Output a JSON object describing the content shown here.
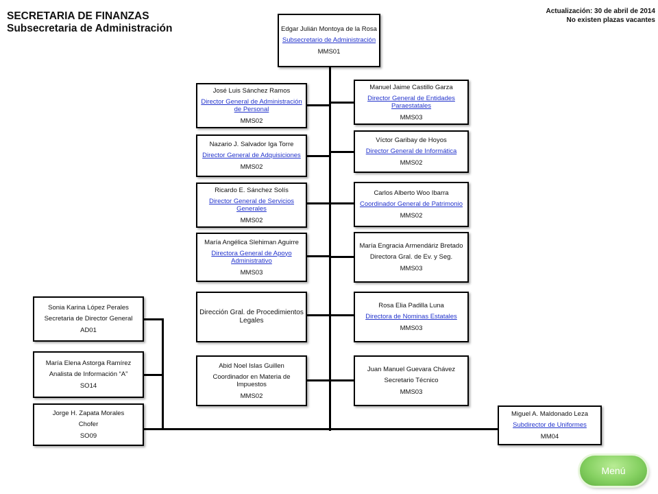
{
  "header": {
    "title_line1": "SECRETARIA DE FINANZAS",
    "title_line2": "Subsecretaria de Administración",
    "update_line1": "Actualización: 30 de abril de 2014",
    "update_line2": "No existen plazas vacantes"
  },
  "boxes": {
    "top": {
      "name": "Edgar Julián Montoya de la Rosa",
      "link": "Subsecretario de Administración",
      "code": "MMS01"
    },
    "l1": {
      "name": "José Luis Sánchez Ramos",
      "link": "Director General de Administración de Personal",
      "code": "MMS02"
    },
    "l2": {
      "name": "Nazario J. Salvador Iga Torre",
      "link": "Director General de Adquisiciones",
      "code": "MMS02"
    },
    "l3": {
      "name": "Ricardo E. Sánchez Solís",
      "link": "Director General de Servicios Generales",
      "code": "MMS02"
    },
    "l4": {
      "name": "María Angélica Slehiman Aguirre",
      "link": "Directora General de Apoyo Administrativo",
      "code": "MMS03"
    },
    "l5": {
      "name": "Dirección Gral. de Procedimientos Legales"
    },
    "l6": {
      "name": "Abid Noel Islas Guillen",
      "role": "Coordinador en Materia de Impuestos",
      "code": "MMS02"
    },
    "r1": {
      "name": "Manuel Jaime Castillo Garza",
      "link": "Director General de Entidades Paraestatales",
      "code": "MMS03"
    },
    "r2": {
      "name": "Víctor Garibay de Hoyos",
      "link": "Director General de Informática",
      "code": "MMS02"
    },
    "r3": {
      "name": "Carlos Alberto Woo Ibarra",
      "link": "Coordinador General de Patrimonio",
      "code": "MMS02"
    },
    "r4": {
      "name": "María Engracia Armendáriz Bretado",
      "role": "Directora Gral. de Ev. y Seg.",
      "code": "MMS03"
    },
    "r5": {
      "name": "Rosa Elia Padilla Luna",
      "link": "Directora de Nominas Estatales",
      "code": "MMS03"
    },
    "r6": {
      "name": "Juan Manuel Guevara Chávez",
      "role": "Secretario Técnico",
      "code": "MMS03"
    },
    "s1": {
      "name": "Sonia Karina López Perales",
      "role": "Secretaria de Director General",
      "code": "AD01"
    },
    "s2": {
      "name": "María Elena Astorga Ramírez",
      "role": "Analista de Información “A”",
      "code": "SO14"
    },
    "s3": {
      "name": "Jorge H. Zapata Morales",
      "role": "Chofer",
      "code": "SO09"
    },
    "br": {
      "name": "Miguel A. Maldonado Leza",
      "link": "Subdirector de Uniformes",
      "code": "MM04"
    }
  },
  "menu_button": {
    "label": "Menú"
  }
}
